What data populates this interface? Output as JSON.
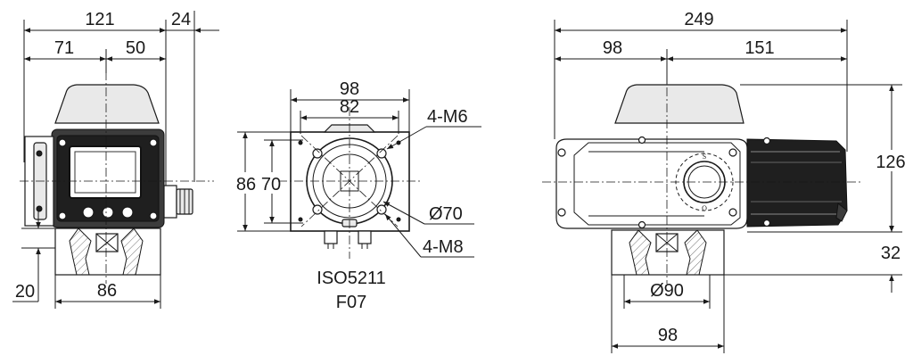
{
  "dimensions": {
    "front": {
      "total_width": "121",
      "cable_gland": "24",
      "left_part": "71",
      "right_part": "50",
      "base_width": "86",
      "base_height": "20"
    },
    "flange": {
      "outer_square": "98",
      "inner_square": "82",
      "height_outer": "86",
      "height_inner": "70",
      "top_holes": "4-M6",
      "bolt_circle": "Ø70",
      "bottom_holes": "4-M8"
    },
    "side": {
      "total_length": "249",
      "left_part": "98",
      "right_part": "151",
      "height": "126",
      "base_height": "32",
      "base_diameter": "Ø90",
      "base_width": "98"
    }
  },
  "captions": {
    "standard": "ISO5211",
    "flange_type": "F07"
  },
  "markings": {
    "indicator_top": "S",
    "indicator_bottom": "O"
  }
}
